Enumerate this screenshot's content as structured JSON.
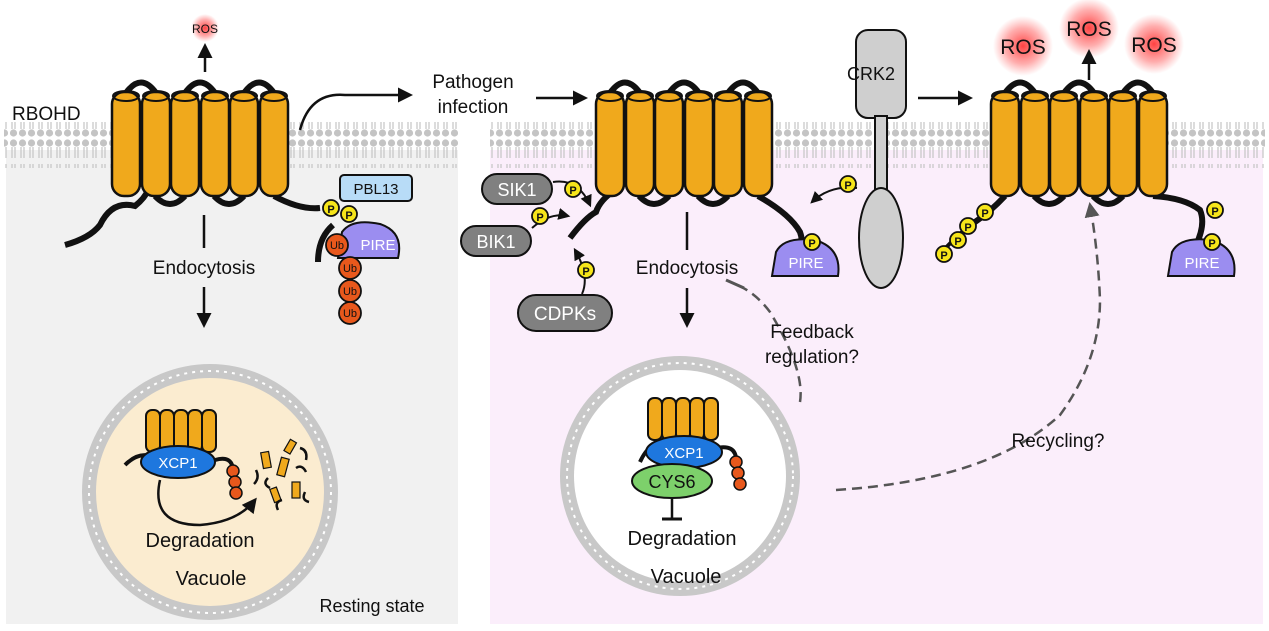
{
  "labels": {
    "rbohd": "RBOHD",
    "ros": "ROS",
    "pathogen_line1": "Pathogen",
    "pathogen_line2": "infection",
    "pbl13": "PBL13",
    "pire": "PIRE",
    "ub": "Ub",
    "p": "P",
    "endocytosis": "Endocytosis",
    "xcp1": "XCP1",
    "cys6": "CYS6",
    "degradation": "Degradation",
    "vacuole": "Vacuole",
    "resting_state": "Resting state",
    "sik1": "SIK1",
    "bik1": "BIK1",
    "cdpks": "CDPKs",
    "crk2": "CRK2",
    "feedback_line1": "Feedback",
    "feedback_line2": "regulation?",
    "recycling": "Recycling?"
  },
  "colors": {
    "rbohd_helix": "#f0a91c",
    "resting_panel": "#f1f1f1",
    "infected_panel": "#fbeefb",
    "vacuole_fill": "#fbecd0",
    "pbl13_box": "#b8dcf7",
    "pire": "#9b8df0",
    "ub": "#e8581c",
    "phospho": "#f6e51a",
    "xcp1": "#1e77de",
    "cys6": "#7dd06b",
    "kinase_grey": "#808080",
    "crk2": "#cfcfcf",
    "ros_glow": "#ff2a2a"
  }
}
